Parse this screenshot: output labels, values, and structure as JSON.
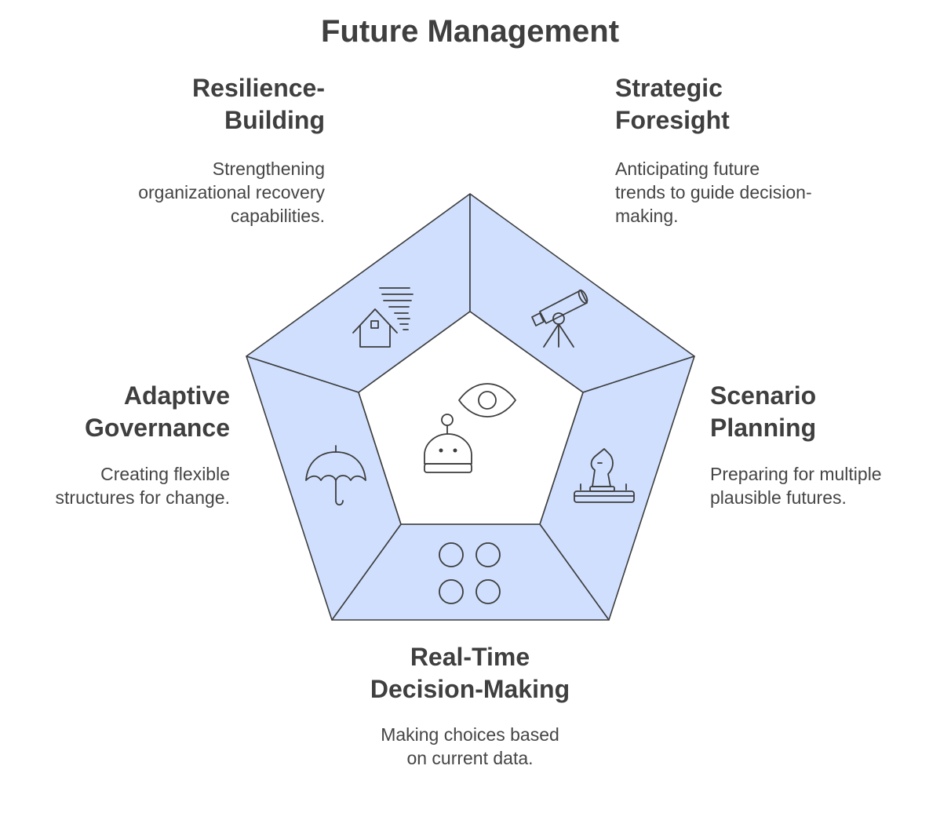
{
  "title": "Future Management",
  "colors": {
    "segment_fill": "#cfdffd",
    "stroke": "#3d3d3d",
    "center_fill": "#ffffff"
  },
  "segments": [
    {
      "heading": "Resilience-\nBuilding",
      "description": "Strengthening\norganizational recovery\ncapabilities.",
      "icon": "house-storm-icon"
    },
    {
      "heading": "Strategic\nForesight",
      "description": "Anticipating future\ntrends to guide decision-\nmaking.",
      "icon": "telescope-icon"
    },
    {
      "heading": "Scenario\nPlanning",
      "description": "Preparing for multiple\nplausible futures.",
      "icon": "chess-knight-board-icon"
    },
    {
      "heading": "Real-Time\nDecision-Making",
      "description": "Making choices based\non current data.",
      "icon": "four-circles-icon"
    },
    {
      "heading": "Adaptive\nGovernance",
      "description": "Creating flexible\nstructures for change.",
      "icon": "umbrella-icon"
    }
  ],
  "center": {
    "icons": [
      "eye-icon",
      "robot-icon"
    ]
  }
}
